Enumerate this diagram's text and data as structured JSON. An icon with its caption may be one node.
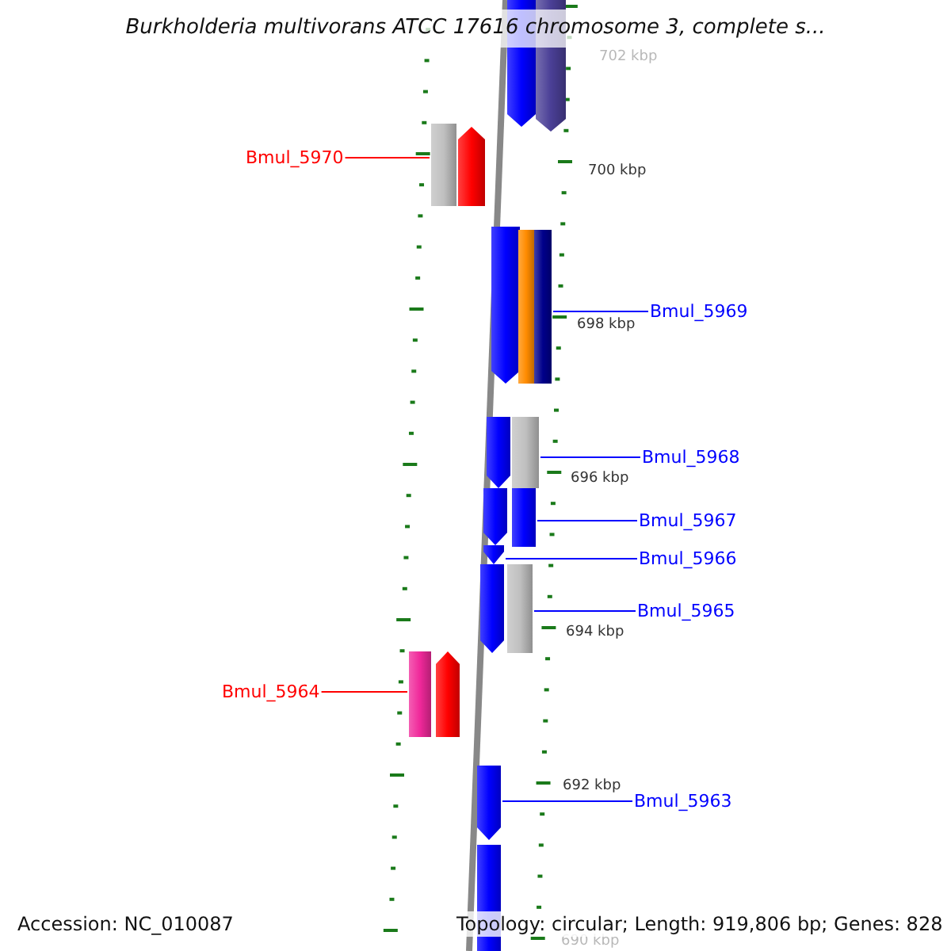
{
  "diagram": {
    "title": "Burkholderia multivorans ATCC 17616 chromosome 3, complete s...",
    "nodes": [
      {
        "text": [],
        "shape": "pentagon"
      },
      {
        "text": [],
        "shape": "pentagon"
      },
      {
        "text": [
          "Bmul_5970"
        ]
      },
      {
        "text": [],
        "shape": "bar"
      },
      {
        "text": [],
        "shape": "pentagon"
      },
      {
        "text": [],
        "shape": "pentagon"
      },
      {
        "text": [],
        "shape": "bar"
      },
      {
        "text": [],
        "shape": "bar"
      },
      {
        "text": [
          "Bmul_5969"
        ]
      },
      {
        "text": [],
        "shape": "pentagon"
      },
      {
        "text": [],
        "shape": "bar"
      },
      {
        "text": [
          "Bmul_5968"
        ]
      },
      {
        "text": [],
        "shape": "pentagon"
      },
      {
        "text": [],
        "shape": "bar"
      },
      {
        "text": [
          "Bmul_5967"
        ]
      },
      {
        "text": [],
        "shape": "pentagon"
      },
      {
        "text": [
          "Bmul_5966"
        ]
      },
      {
        "text": [],
        "shape": "pentagon"
      },
      {
        "text": [],
        "shape": "bar"
      },
      {
        "text": [
          "Bmul_5965"
        ]
      },
      {
        "text": [
          "Bmul_5964"
        ]
      },
      {
        "text": [],
        "shape": "bar"
      },
      {
        "text": [],
        "shape": "pentagon"
      },
      {
        "text": [],
        "shape": "pentagon"
      },
      {
        "text": [
          "Bmul_5963"
        ]
      },
      {
        "text": [],
        "shape": "bar"
      }
    ],
    "edges": [
      {
        "from": 2,
        "to": 3,
        "arrow": "none",
        "color": "#ff0000"
      },
      {
        "from": 8,
        "to": 7,
        "arrow": "none"
      },
      {
        "from": 11,
        "to": 10,
        "arrow": "none"
      },
      {
        "from": 14,
        "to": 13,
        "arrow": "none"
      },
      {
        "from": 16,
        "to": 15,
        "arrow": "none"
      },
      {
        "from": 19,
        "to": 18,
        "arrow": "none"
      },
      {
        "from": 20,
        "to": 21,
        "arrow": "none",
        "color": "#ff0000"
      },
      {
        "from": 24,
        "to": 23,
        "arrow": "none"
      }
    ],
    "labels": [
      "702 kbp",
      "700 kbp",
      "698 kbp",
      "696 kbp",
      "694 kbp",
      "692 kbp",
      "690 kbp",
      "Accession: NC_010087",
      "Topology: circular; Length: 919,806 bp; Genes: 828"
    ]
  }
}
